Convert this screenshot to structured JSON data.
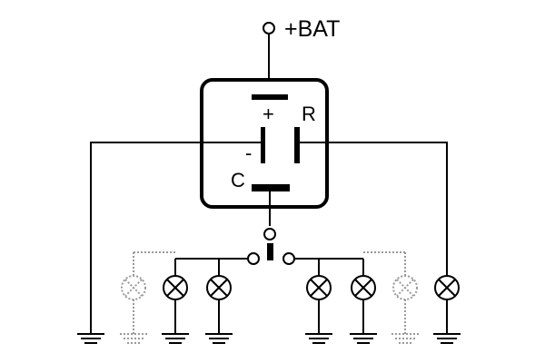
{
  "terminal_label": "+BAT",
  "unit": {
    "plus_label": "+",
    "minus_label": "-",
    "r_label": "R",
    "c_label": "C"
  },
  "lamps": [
    {
      "id": "lamp-1",
      "style": "dotted"
    },
    {
      "id": "lamp-2",
      "style": "solid"
    },
    {
      "id": "lamp-3",
      "style": "solid"
    },
    {
      "id": "lamp-4",
      "style": "solid"
    },
    {
      "id": "lamp-5",
      "style": "solid"
    },
    {
      "id": "lamp-6",
      "style": "dotted"
    },
    {
      "id": "lamp-7",
      "style": "solid"
    }
  ],
  "colors": {
    "line": "#000000",
    "optional_line": "#9a9a9a",
    "background": "#ffffff"
  }
}
